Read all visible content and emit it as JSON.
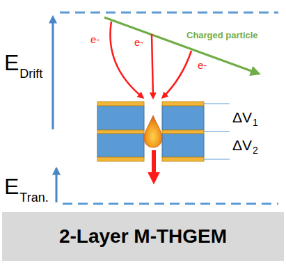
{
  "diagram": {
    "nodes": [
      {
        "text": [
          "2-Layer M-THGEM"
        ]
      }
    ],
    "labels": [
      "E",
      "Drift",
      "E",
      "Tran.",
      "Charged particle",
      "e-",
      "e-",
      "e-",
      "ΔV",
      "1",
      "ΔV",
      "2"
    ]
  }
}
